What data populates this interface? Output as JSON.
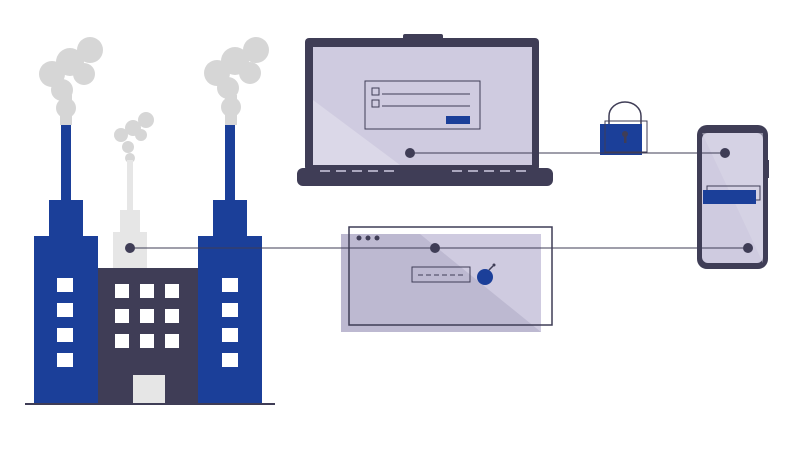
{
  "palette": {
    "background": "#ffffff",
    "factory_blue": "#1b3f99",
    "dark_slate": "#3f3d56",
    "smoke_gray": "#d6d6d6",
    "chimney_gray": "#e6e6e6",
    "screen_lavender": "#cfcbe0",
    "screen_shadow": "#b9b5cc",
    "door_light": "#e6e6e6"
  },
  "icons": [
    "factory-left-tower",
    "factory-center-building",
    "factory-right-tower",
    "smoke-clouds",
    "laptop-icon",
    "padlock-icon",
    "smartphone-icon",
    "browser-window-icon",
    "bomb-icon",
    "connection-node"
  ]
}
